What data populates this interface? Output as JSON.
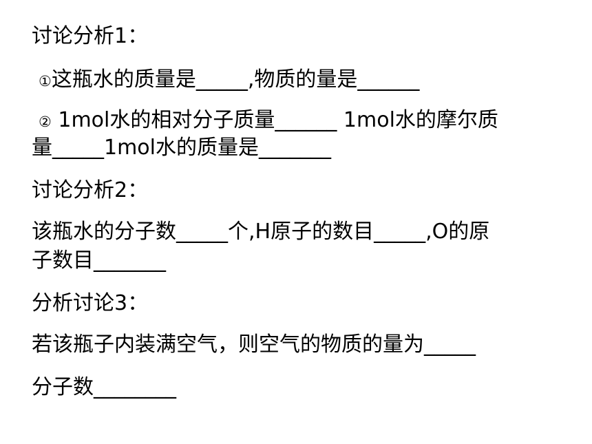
{
  "slide": {
    "heading1": "讨论分析1：",
    "item1_marker": "①",
    "item1_text": "这瓶水的质量是_____,物质的量是______",
    "item2_marker": "②",
    "item2_line1": " 1mol水的相对分子质量______ 1mol水的摩尔质",
    "item2_line2": "量_____1mol水的质量是_______",
    "heading2": "讨论分析2：",
    "para2_line1": "该瓶水的分子数_____个,H原子的数目_____,O的原",
    "para2_line2": "子数目_______",
    "heading3": "分析讨论3：",
    "para3_line1": "若该瓶子内装满空气，则空气的物质的量为_____",
    "para3_line2": " 分子数________"
  }
}
